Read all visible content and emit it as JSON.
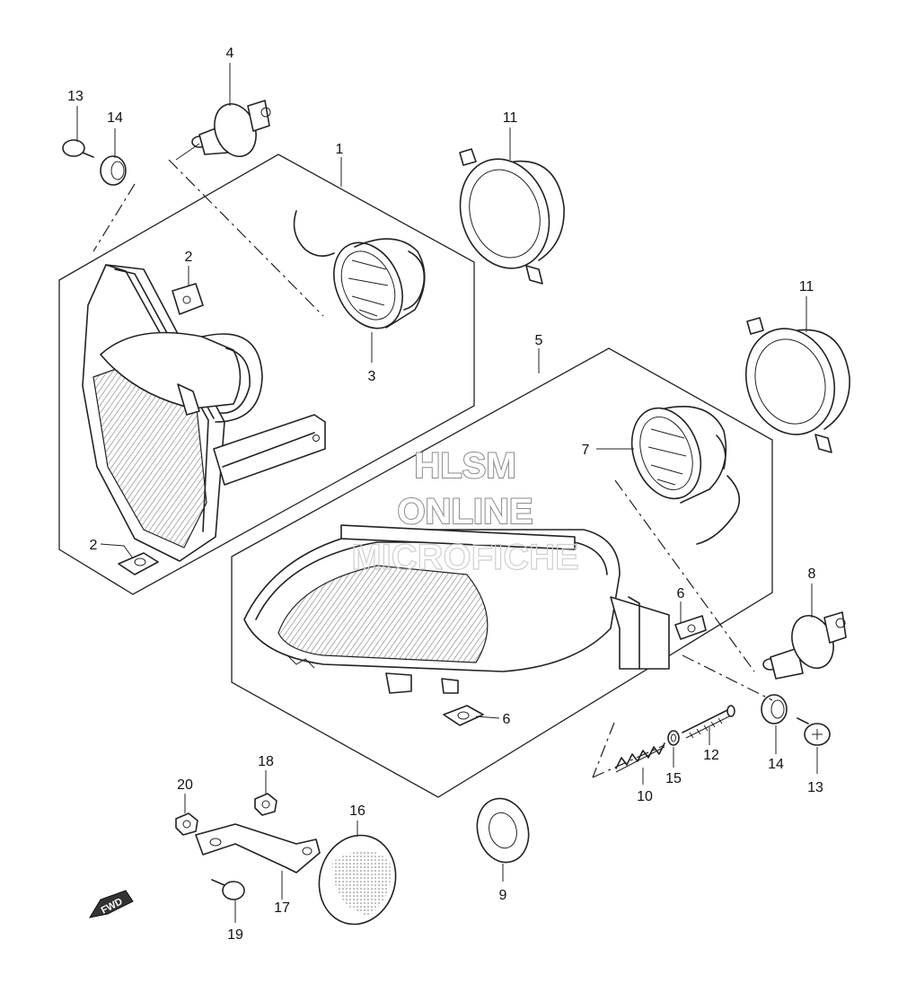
{
  "watermark": {
    "line1": "HLSM",
    "line2": "ONLINE",
    "line3": "MICROFICHE"
  },
  "direction_badge": "FWD",
  "callouts": [
    {
      "id": "c1",
      "label": "1"
    },
    {
      "id": "c2a",
      "label": "2"
    },
    {
      "id": "c2b",
      "label": "2"
    },
    {
      "id": "c3",
      "label": "3"
    },
    {
      "id": "c4",
      "label": "4"
    },
    {
      "id": "c5",
      "label": "5"
    },
    {
      "id": "c6a",
      "label": "6"
    },
    {
      "id": "c6b",
      "label": "6"
    },
    {
      "id": "c7",
      "label": "7"
    },
    {
      "id": "c8",
      "label": "8"
    },
    {
      "id": "c9",
      "label": "9"
    },
    {
      "id": "c10",
      "label": "10"
    },
    {
      "id": "c11a",
      "label": "11"
    },
    {
      "id": "c11b",
      "label": "11"
    },
    {
      "id": "c12",
      "label": "12"
    },
    {
      "id": "c13a",
      "label": "13"
    },
    {
      "id": "c13b",
      "label": "13"
    },
    {
      "id": "c14a",
      "label": "14"
    },
    {
      "id": "c14b",
      "label": "14"
    },
    {
      "id": "c15",
      "label": "15"
    },
    {
      "id": "c16",
      "label": "16"
    },
    {
      "id": "c17",
      "label": "17"
    },
    {
      "id": "c18",
      "label": "18"
    },
    {
      "id": "c19",
      "label": "19"
    },
    {
      "id": "c20",
      "label": "20"
    }
  ]
}
